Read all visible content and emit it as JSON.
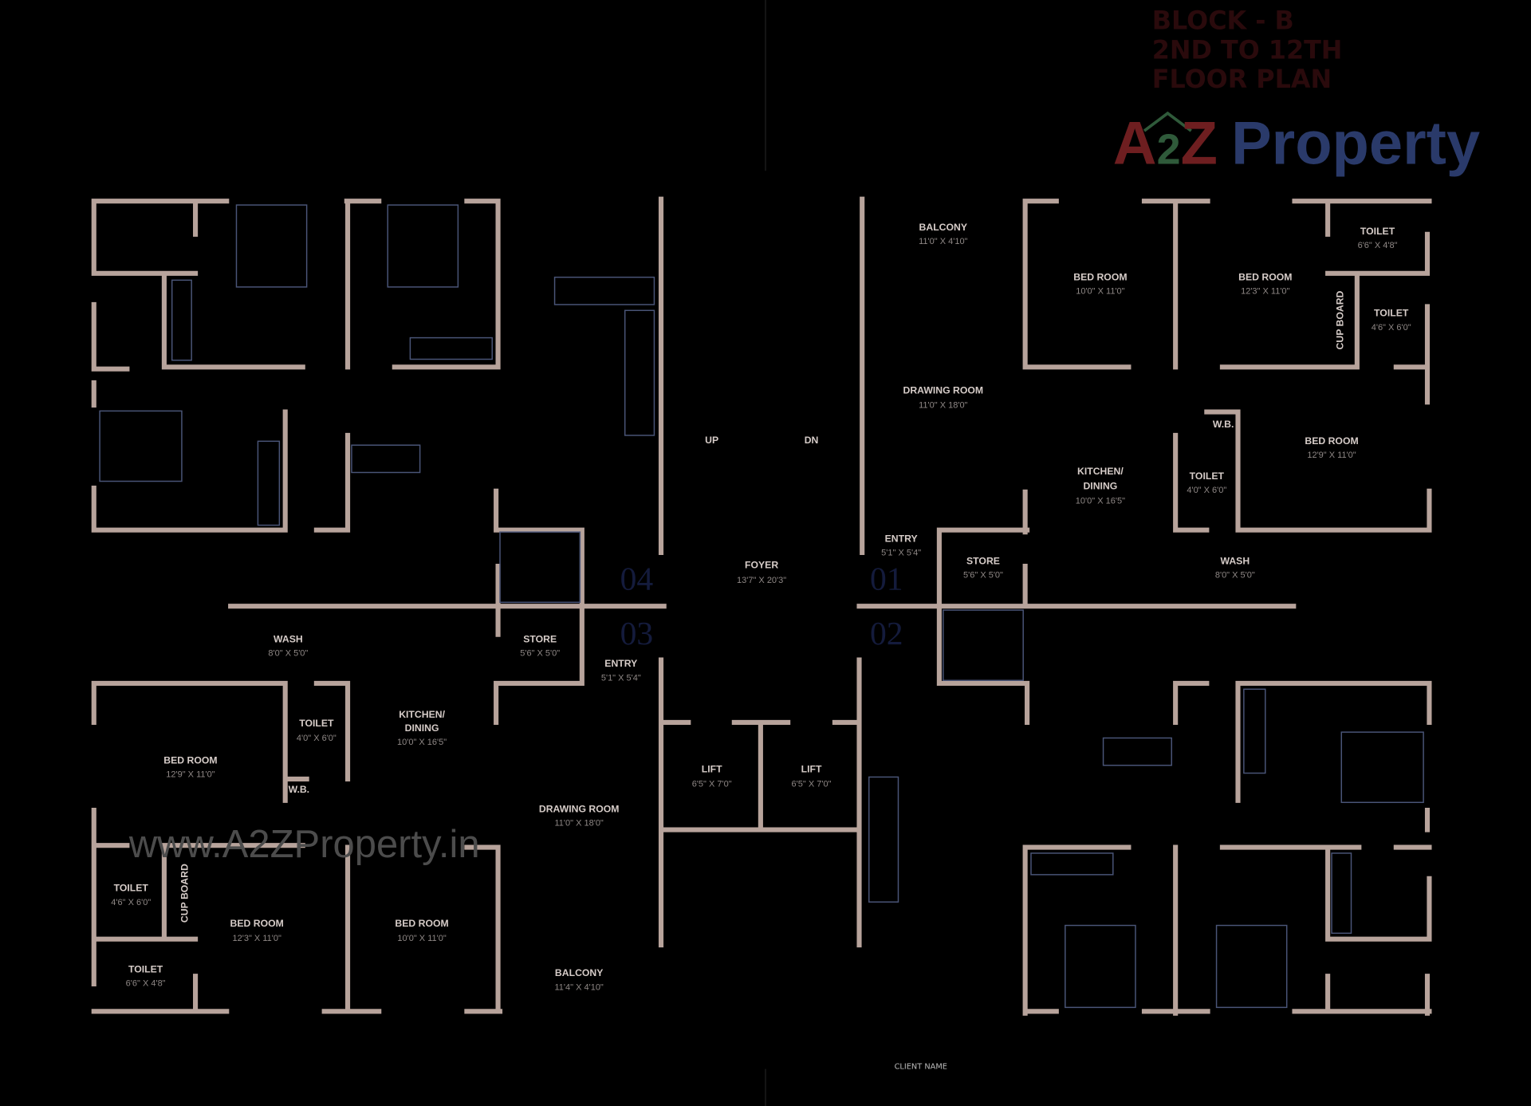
{
  "header": {
    "block": "BLOCK - B",
    "floors": "2ND TO 12TH",
    "plan": "FLOOR PLAN"
  },
  "logo": {
    "a": "A",
    "two": "2",
    "z": "Z",
    "property": "Property",
    "colors": {
      "a": "#6e1e20",
      "two": "#2f5a3a",
      "z": "#6e1e20",
      "P": "#2a3a6a",
      "r": "#7a3a1a",
      "o": "#6a5a1a",
      "p": "#2a3a6a",
      "e": "#2f5a3a",
      "r2": "#7a3a1a",
      "t": "#6a5a1a",
      "y": "#2f5a3a"
    }
  },
  "watermark": "www.A2ZProperty.in",
  "client_label": "CLIENT NAME",
  "units": [
    "01",
    "02",
    "03",
    "04"
  ],
  "core": {
    "up": "UP",
    "dn": "DN",
    "foyer": {
      "name": "FOYER",
      "size": "13'7\" X 20'3\""
    },
    "lift1": {
      "name": "LIFT",
      "size": "6'5\" X 7'0\""
    },
    "lift2": {
      "name": "LIFT",
      "size": "6'5\" X 7'0\""
    }
  },
  "unit01": {
    "balcony": {
      "name": "BALCONY",
      "size": "11'0\" X 4'10\""
    },
    "bed1": {
      "name": "BED ROOM",
      "size": "10'0\" X 11'0\""
    },
    "bed2": {
      "name": "BED ROOM",
      "size": "12'3\" X 11'0\""
    },
    "toilet1": {
      "name": "TOILET",
      "size": "6'6\" X 4'8\""
    },
    "toilet2": {
      "name": "TOILET",
      "size": "4'6\" X 6'0\""
    },
    "cupboard": "CUP BOARD",
    "drawing": {
      "name": "DRAWING ROOM",
      "size": "11'0\" X 18'0\""
    },
    "wb": "W.B.",
    "bed3": {
      "name": "BED ROOM",
      "size": "12'9\" X 11'0\""
    },
    "kitchen": {
      "name1": "KITCHEN/",
      "name2": "DINING",
      "size": "10'0\" X 16'5\""
    },
    "toilet3": {
      "name": "TOILET",
      "size": "4'0\" X 6'0\""
    },
    "entry": {
      "name": "ENTRY",
      "size": "5'1\" X 5'4\""
    },
    "store": {
      "name": "STORE",
      "size": "5'6\" X 5'0\""
    },
    "wash": {
      "name": "WASH",
      "size": "8'0\" X 5'0\""
    }
  },
  "unit03": {
    "wash": {
      "name": "WASH",
      "size": "8'0\" X 5'0\""
    },
    "store": {
      "name": "STORE",
      "size": "5'6\" X 5'0\""
    },
    "entry": {
      "name": "ENTRY",
      "size": "5'1\" X 5'4\""
    },
    "toilet1": {
      "name": "TOILET",
      "size": "4'0\" X 6'0\""
    },
    "kitchen": {
      "name1": "KITCHEN/",
      "name2": "DINING",
      "size": "10'0\" X 16'5\""
    },
    "bed1": {
      "name": "BED ROOM",
      "size": "12'9\" X 11'0\""
    },
    "wb": "W.B.",
    "drawing": {
      "name": "DRAWING ROOM",
      "size": "11'0\" X 18'0\""
    },
    "toilet2": {
      "name": "TOILET",
      "size": "4'6\" X 6'0\""
    },
    "cupboard": "CUP BOARD",
    "bed2": {
      "name": "BED ROOM",
      "size": "12'3\" X 11'0\""
    },
    "bed3": {
      "name": "BED ROOM",
      "size": "10'0\" X 11'0\""
    },
    "toilet3": {
      "name": "TOILET",
      "size": "6'6\" X 4'8\""
    },
    "balcony": {
      "name": "BALCONY",
      "size": "11'4\" X 4'10\""
    }
  }
}
